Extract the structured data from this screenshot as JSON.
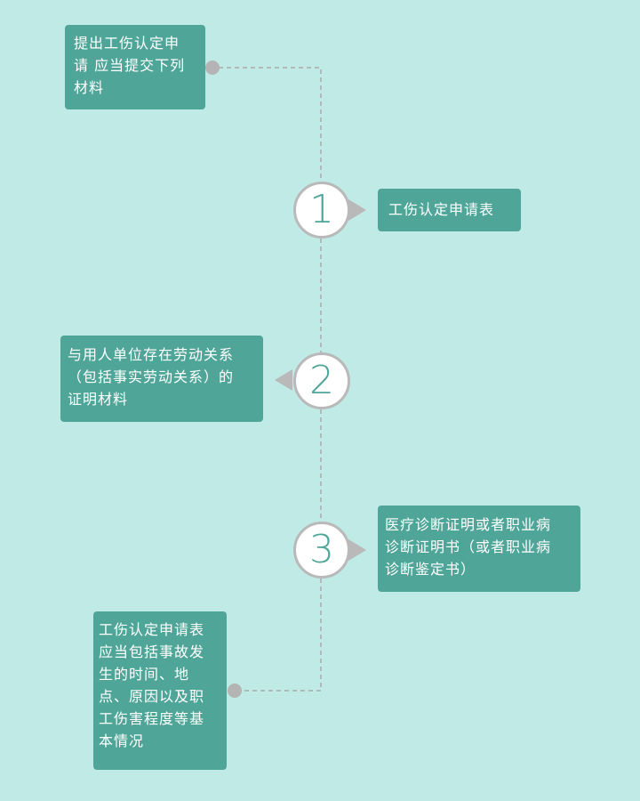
{
  "intro_box": {
    "lines": [
      "提出工伤认定申",
      "请 应当提交下列",
      "材料"
    ]
  },
  "steps": [
    {
      "number": "1",
      "lines": [
        "工伤认定申请表"
      ]
    },
    {
      "number": "2",
      "lines": [
        "与用人单位存在劳动关系",
        "（包括事实劳动关系）的",
        "证明材料"
      ]
    },
    {
      "number": "3",
      "lines": [
        "医疗诊断证明或者职业病",
        "诊断证明书（或者职业病",
        "诊断鉴定书）"
      ]
    }
  ],
  "note_box": {
    "lines": [
      "工伤认定申请表",
      "应当包括事故发",
      "生的时间、地",
      "点、原因以及职",
      "工伤害程度等基",
      "本情况"
    ]
  },
  "colors": {
    "background": "#bfeae6",
    "box": "#4fa698",
    "connector": "#b4b4b4"
  }
}
